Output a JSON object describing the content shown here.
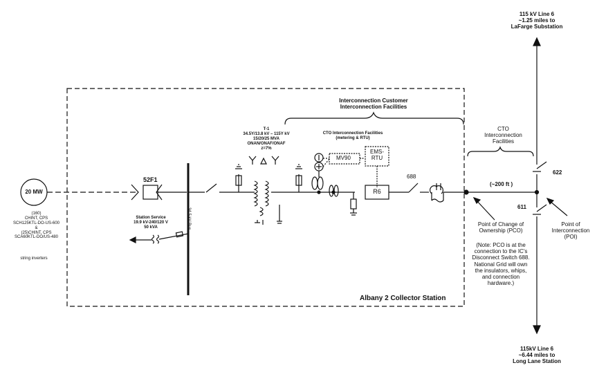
{
  "generator": {
    "label": "20 MW"
  },
  "generator_note": {
    "lines": [
      "(160)",
      "CHINT, CPS",
      "SCH125KTL-DO-US-600",
      "&",
      "(25)CHINT, CPS",
      "SCA60KTL-DO/US-480"
    ],
    "inverters": "string inverters"
  },
  "breaker": {
    "label": "52F1"
  },
  "bus": {
    "label": "34.5 kV Bus"
  },
  "station_service": {
    "lines": [
      "Station Service",
      "19.9 kV-240/120 V",
      "50 kVA"
    ]
  },
  "transformer": {
    "lines": [
      "T-1",
      "34.5Y/13.8 kV – 115Y kV",
      "15/20/25 MVA",
      "ONAN/ONAF/ONAF",
      "z=7%"
    ]
  },
  "customer_facilities": {
    "lines": [
      "Interconnection Customer",
      "Interconnection Facilities"
    ]
  },
  "cto_metering": {
    "lines": [
      "CTO  Interconnection Facilities",
      "(metering & RTU)"
    ]
  },
  "mv90": {
    "label": "MV90"
  },
  "ems_rtu": {
    "lines": [
      "EMS-",
      "RTU"
    ]
  },
  "switch_688": {
    "label": "688"
  },
  "relay": {
    "label": "R6"
  },
  "cto_facilities": {
    "lines": [
      "CTO",
      "Interconnection",
      "Facilities"
    ]
  },
  "distance": {
    "label": "(~200 ft )"
  },
  "switch_622": {
    "label": "622"
  },
  "switch_611": {
    "label": "611"
  },
  "line_north": {
    "lines": [
      "115 kV Line 6",
      "~1.25 miles to",
      "LaFarge Substation"
    ]
  },
  "line_south": {
    "lines": [
      "115kV Line 6",
      "~6.44 miles to",
      "Long Lane Station"
    ]
  },
  "pco": {
    "lines": [
      "Point of Change of",
      "Ownership (PCO)"
    ]
  },
  "pco_note": {
    "lines": [
      "(Note: PCO is at the",
      "connection to the IC's",
      "Disconnect Switch 688.",
      "National Grid will own",
      "the insulators, whips,",
      "and connection",
      "hardware.)"
    ]
  },
  "poi": {
    "lines": [
      "Point of",
      "Interconnection",
      "(POI)"
    ]
  },
  "station": {
    "label": "Albany 2 Collector Station"
  }
}
